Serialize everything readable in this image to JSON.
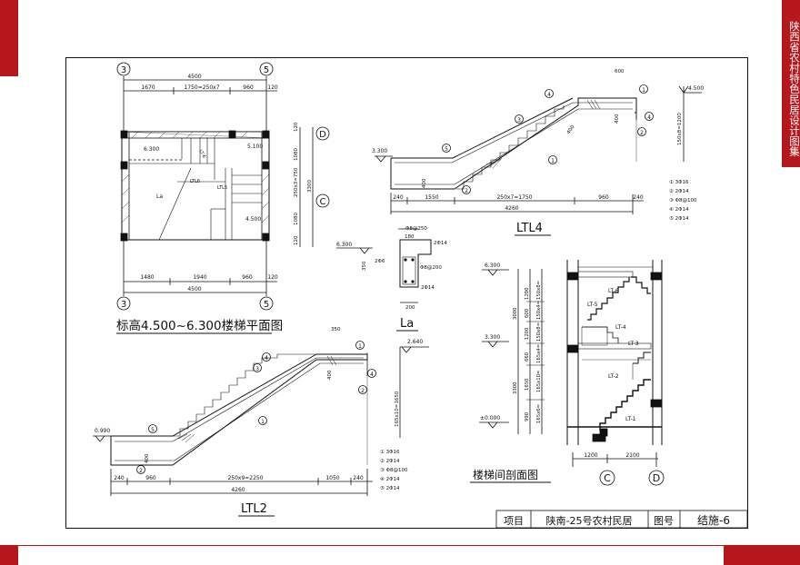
{
  "side_title": "陕西省农村特色民居设计图集",
  "plan": {
    "title": "标高4.500~6.300楼梯平面图",
    "axes": [
      "3",
      "5",
      "D",
      "C"
    ],
    "top_dims": {
      "total": "4500",
      "parts": [
        "1670",
        "1750=250x7",
        "960",
        "120"
      ]
    },
    "bottom_dims": {
      "total": "4500",
      "parts": [
        "1480",
        "1940",
        "960",
        "120"
      ]
    },
    "right_dims": {
      "total": "3300",
      "parts": [
        "120",
        "1080",
        "250x3=750",
        "1080",
        "120"
      ]
    },
    "labels": {
      "lvl_630": "6.300",
      "lvl_510": "5.100",
      "lvl_450": "4.500",
      "ltl6": "LTL6",
      "ltl5": "LTL5",
      "la": "La",
      "lt6": "LT-6"
    }
  },
  "ltl4": {
    "title": "LTL4",
    "levels": {
      "top": "4.500",
      "bottom": "3.300"
    },
    "dims": [
      "240",
      "1550",
      "250x7=1750",
      "960",
      "240"
    ],
    "total": "4260",
    "vertical": "150x8=1200",
    "misc": [
      "600",
      "400",
      "400",
      "400"
    ],
    "legend": [
      "① 3Φ16",
      "② 2Φ14",
      "③ Φ8@100",
      "④ 2Φ14",
      "⑤ 2Φ14"
    ]
  },
  "ltl2": {
    "title": "LTL2",
    "levels": {
      "top": "2.640",
      "bottom": "0.990"
    },
    "dims": [
      "240",
      "960",
      "250x9=2250",
      "1050",
      "240"
    ],
    "total": "4260",
    "vertical": "165x10=1650",
    "misc": [
      "350",
      "400",
      "400"
    ],
    "legend": [
      "① 3Φ16",
      "② 2Φ14",
      "③ Φ8@100",
      "④ 2Φ14",
      "⑤ 2Φ14"
    ]
  },
  "la": {
    "title": "La",
    "level": "6.300",
    "labels": [
      "Φ8@250",
      "2Φ14",
      "2Φ6",
      "Φ8@200",
      "2Φ14",
      "350",
      "180",
      "200"
    ]
  },
  "section": {
    "title": "楼梯间剖面图",
    "levels": [
      "6.300",
      "3.300",
      "±0.000"
    ],
    "left_dims": [
      "1200",
      "600",
      "1200",
      "660",
      "1650",
      "990"
    ],
    "left_totals": [
      "3000",
      "3300"
    ],
    "vert_labels": [
      "150x8=",
      "150x4=",
      "150x8=",
      "165x4=",
      "165x10=",
      "165x6="
    ],
    "stairs": [
      "LT-6",
      "LT-5",
      "LT-4",
      "LT-3",
      "LT-2",
      "LT-1"
    ],
    "bottom_dims": [
      "1200",
      "2100"
    ],
    "axes": [
      "C",
      "D"
    ]
  },
  "title_block": {
    "item_label": "项目",
    "item_value": "陕南-25号农村民居",
    "drawing_label": "图号",
    "drawing_value": "结施-6"
  }
}
